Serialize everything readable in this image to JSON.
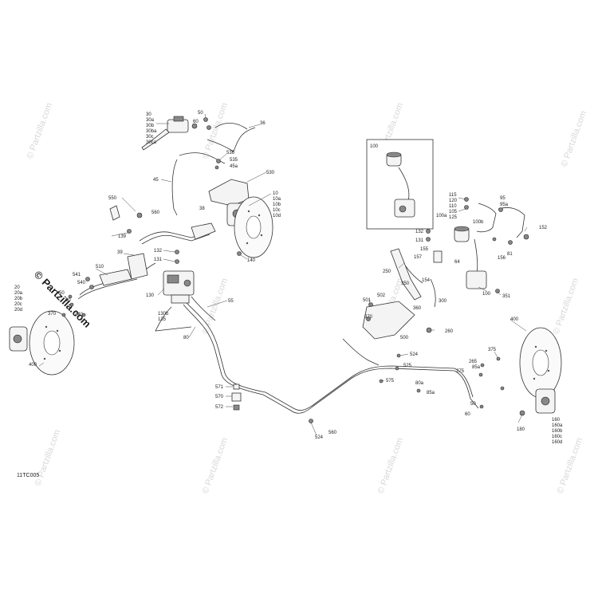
{
  "logo": {
    "copyright": "©",
    "text": "Partzilla.com"
  },
  "diagram_code": "11TC005",
  "watermark_text": "© Partzilla.com",
  "inset": {
    "label": "100"
  },
  "labels": {
    "l30": "30",
    "l30a": "30a",
    "l30b": "30b",
    "l30ba": "30ba",
    "l30c": "30c",
    "l30ca": "30ca",
    "l50a": "50",
    "l60a": "60",
    "l36": "36",
    "l536": "536",
    "l535": "535",
    "l45a": "45a",
    "l530": "530",
    "l45": "45",
    "l10": "10",
    "l10a": "10a",
    "l10b": "10b",
    "l10c": "10c",
    "l10d": "10d",
    "l550": "550",
    "l560": "560",
    "l38": "38",
    "l139": "139",
    "l39": "39",
    "l132a": "132",
    "l131a": "131",
    "l140": "140",
    "l510": "510",
    "l541": "541",
    "l540": "540",
    "l20": "20",
    "l20a": "20a",
    "l20b": "20b",
    "l20c": "20c",
    "l20d": "20d",
    "l50b": "50",
    "l60b": "60",
    "l370a": "370",
    "l440": "440",
    "l130": "130",
    "l130b": "130b",
    "l135": "135",
    "l55": "55",
    "l80a": "80",
    "l400a": "400",
    "l571": "571",
    "l570": "570",
    "l572": "572",
    "l524a": "524",
    "l560b": "560",
    "l115": "115",
    "l120": "120",
    "l110": "110",
    "l105": "105",
    "l125": "125",
    "l95": "95",
    "l95a": "95a",
    "l100a": "100a",
    "l100b": "100b",
    "l152": "152",
    "l132b": "132",
    "l131b": "131",
    "l155": "155",
    "l157": "157",
    "l154": "154",
    "l64": "64",
    "l156": "156",
    "l81": "81",
    "l250": "250",
    "l350": "350",
    "l300": "300",
    "l100c": "100",
    "l351": "351",
    "l501": "501",
    "l502": "502",
    "l360": "360",
    "l370b": "370",
    "l500": "500",
    "l260": "260",
    "l524b": "524",
    "l525": "525",
    "l575": "575",
    "l80b": "80a",
    "l85a": "85a",
    "l400b": "400",
    "l375": "375",
    "l265": "265",
    "l85b": "85a",
    "l275": "275",
    "l50c": "50",
    "l60c": "60",
    "l180": "180",
    "l160": "160",
    "l160a": "160a",
    "l160b": "160b",
    "l160c": "160c",
    "l160d": "160d"
  }
}
